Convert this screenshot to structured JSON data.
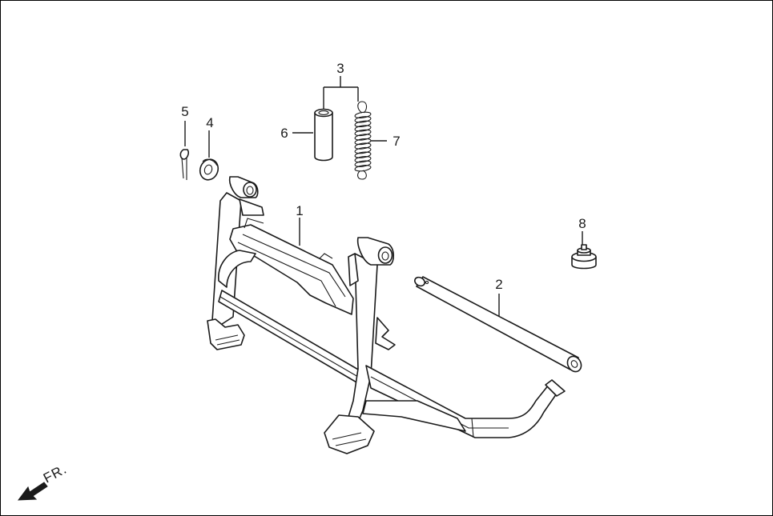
{
  "callouts": {
    "n1": "1",
    "n2": "2",
    "n3": "3",
    "n4": "4",
    "n5": "5",
    "n6": "6",
    "n7": "7",
    "n8": "8"
  },
  "direction": {
    "label": "FR.",
    "icon": "front-direction-arrow-icon"
  },
  "colors": {
    "line": "#1a1a1a",
    "background": "#ffffff"
  }
}
